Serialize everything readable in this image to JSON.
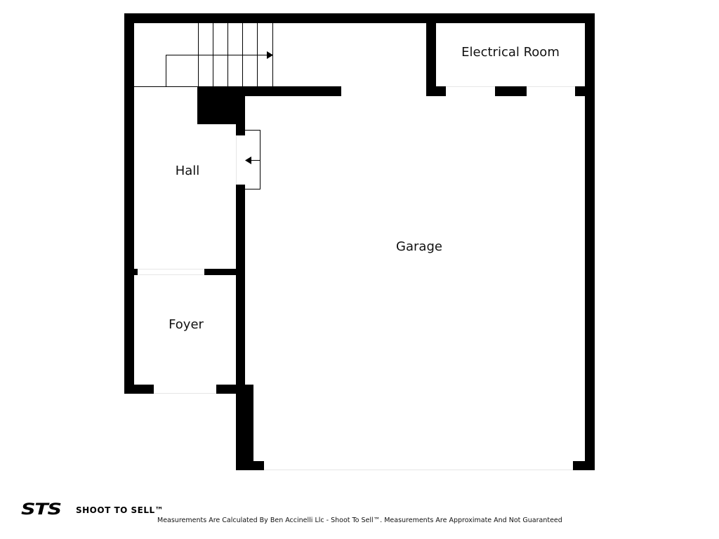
{
  "rooms": {
    "electrical": "Electrical Room",
    "hall": "Hall",
    "garage": "Garage",
    "foyer": "Foyer"
  },
  "footer": {
    "logo_mark": "STS",
    "logo_text": "SHOOT TO SELL™",
    "disclaimer": "Measurements Are Calculated By Ben Accinelli Llc - Shoot To Sell™. Measurements Are Approximate And Not Guaranteed"
  }
}
